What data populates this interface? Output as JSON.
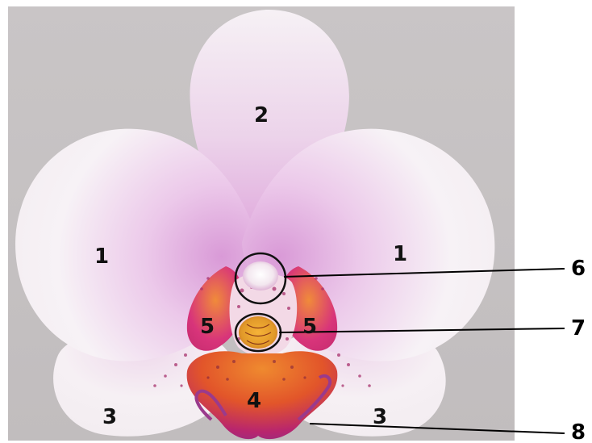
{
  "image": {
    "subject": "labeled orchid flower diagram",
    "background_color": "#c5c1c2"
  },
  "labels": {
    "sepal_left": "1",
    "sepal_right": "1",
    "dorsal_sepal": "2",
    "petal_left": "3",
    "petal_right": "3",
    "lip": "4",
    "lobe_left": "5",
    "lobe_right": "5"
  },
  "callouts": {
    "column": "6",
    "pollinia": "7",
    "lip_tendril": "8"
  },
  "colors": {
    "petal_white": "#f7f2f6",
    "petal_pink": "#e9c3e4",
    "lip_orange": "#e2552a",
    "lip_magenta": "#b8256e",
    "circle_stroke": "#111111"
  }
}
